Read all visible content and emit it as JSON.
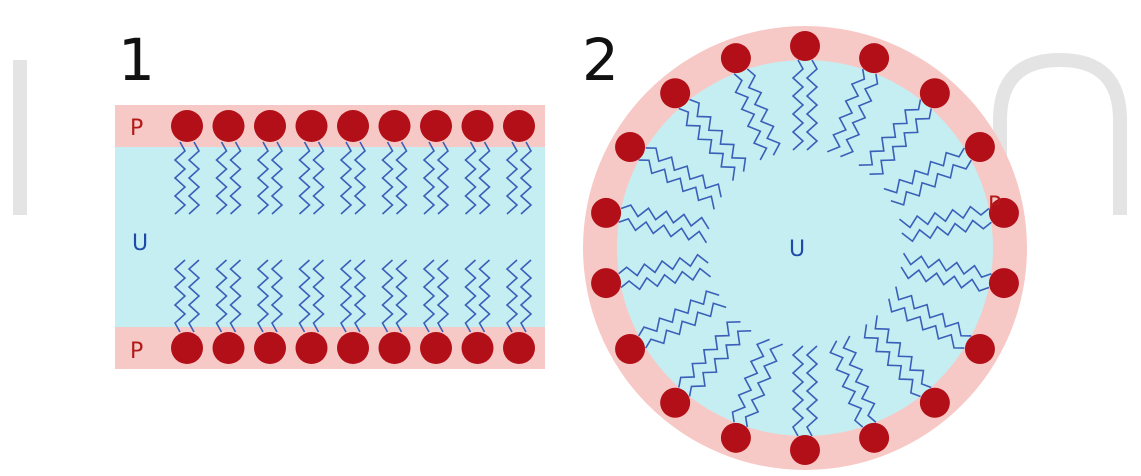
{
  "colors": {
    "background": "#ffffff",
    "polar_band": "#f7c9c6",
    "water_core": "#c4eef2",
    "head": "#b30f18",
    "tail": "#3a5fb8",
    "watermark": "#e4e4e4",
    "label_p": "#b21a1a",
    "label_u": "#1e4aa8"
  },
  "panel1": {
    "number": "1",
    "top_label": "P",
    "middle_label": "U",
    "bottom_label": "P",
    "heads_per_row": 9
  },
  "panel2": {
    "number": "2",
    "outer_label": "P",
    "center_label": "U",
    "head_count": 18
  }
}
